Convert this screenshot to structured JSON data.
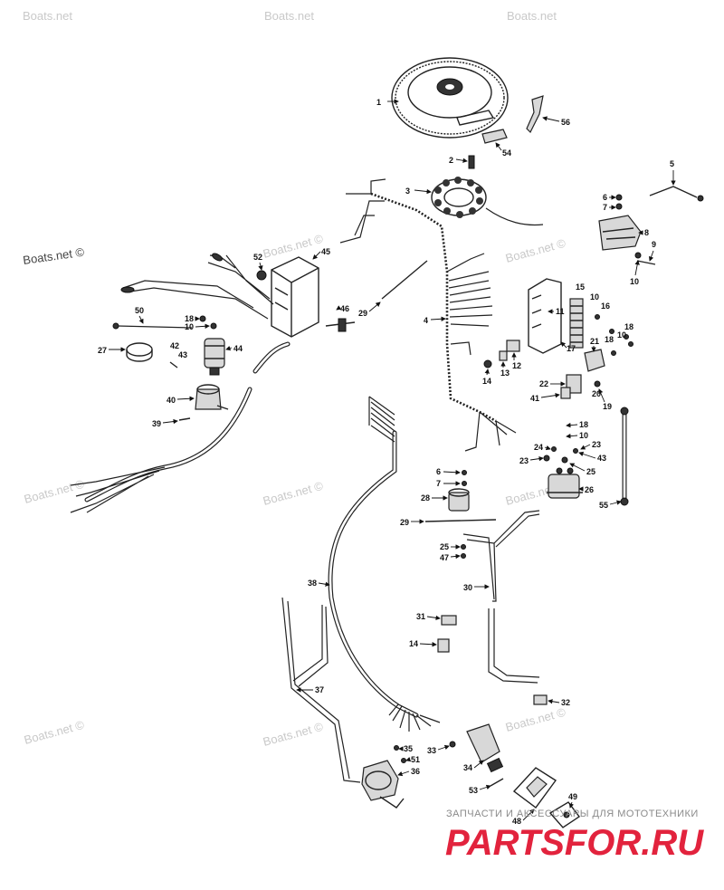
{
  "watermarks": {
    "top_left": "Boats.net",
    "top_center": "Boats.net",
    "top_right": "Boats.net",
    "mid_left": "Boats.net ©",
    "center": "Boats.net ©",
    "right_mid": "Boats.net ©",
    "left_lower": "Boats.net ©",
    "center_lower": "Boats.net ©",
    "right_lower": "Boats.net ©",
    "left_bottom": "Boats.net ©",
    "center_bottom": "Boats.net ©",
    "right_bottom": "Boats.net ©"
  },
  "brand": {
    "tagline": "ЗАПЧАСТИ И АКСЕССУАРЫ ДЛЯ МОТОТЕХНИКИ",
    "logo": "PARTSFOR.RU"
  },
  "callouts": [
    {
      "id": "c1",
      "label": "1"
    },
    {
      "id": "c56",
      "label": "56"
    },
    {
      "id": "c54",
      "label": "54"
    },
    {
      "id": "c2",
      "label": "2"
    },
    {
      "id": "c3",
      "label": "3"
    },
    {
      "id": "c5",
      "label": "5"
    },
    {
      "id": "c6a",
      "label": "6"
    },
    {
      "id": "c7a",
      "label": "7"
    },
    {
      "id": "c8",
      "label": "8"
    },
    {
      "id": "c9",
      "label": "9"
    },
    {
      "id": "c10a",
      "label": "10"
    },
    {
      "id": "c52",
      "label": "52"
    },
    {
      "id": "c45",
      "label": "45"
    },
    {
      "id": "c29a",
      "label": "29"
    },
    {
      "id": "c4",
      "label": "4"
    },
    {
      "id": "c46",
      "label": "46"
    },
    {
      "id": "c50",
      "label": "50"
    },
    {
      "id": "c18a",
      "label": "18"
    },
    {
      "id": "c10b",
      "label": "10"
    },
    {
      "id": "c27",
      "label": "27"
    },
    {
      "id": "c42",
      "label": "42"
    },
    {
      "id": "c43a",
      "label": "43"
    },
    {
      "id": "c44",
      "label": "44"
    },
    {
      "id": "c40",
      "label": "40"
    },
    {
      "id": "c39",
      "label": "39"
    },
    {
      "id": "c15",
      "label": "15"
    },
    {
      "id": "c10c",
      "label": "10"
    },
    {
      "id": "c16",
      "label": "16"
    },
    {
      "id": "c11",
      "label": "11"
    },
    {
      "id": "c18b",
      "label": "18"
    },
    {
      "id": "c10d",
      "label": "10"
    },
    {
      "id": "c18c",
      "label": "18"
    },
    {
      "id": "c21",
      "label": "21"
    },
    {
      "id": "c17",
      "label": "17"
    },
    {
      "id": "c12",
      "label": "12"
    },
    {
      "id": "c13",
      "label": "13"
    },
    {
      "id": "c14a",
      "label": "14"
    },
    {
      "id": "c22",
      "label": "22"
    },
    {
      "id": "c41",
      "label": "41"
    },
    {
      "id": "c20",
      "label": "20"
    },
    {
      "id": "c19",
      "label": "19"
    },
    {
      "id": "c18d",
      "label": "18"
    },
    {
      "id": "c10e",
      "label": "10"
    },
    {
      "id": "c24",
      "label": "24"
    },
    {
      "id": "c23a",
      "label": "23"
    },
    {
      "id": "c43b",
      "label": "43"
    },
    {
      "id": "c23b",
      "label": "23"
    },
    {
      "id": "c25a",
      "label": "25"
    },
    {
      "id": "c26",
      "label": "26"
    },
    {
      "id": "c55",
      "label": "55"
    },
    {
      "id": "c6b",
      "label": "6"
    },
    {
      "id": "c7b",
      "label": "7"
    },
    {
      "id": "c28",
      "label": "28"
    },
    {
      "id": "c29b",
      "label": "29"
    },
    {
      "id": "c25b",
      "label": "25"
    },
    {
      "id": "c47",
      "label": "47"
    },
    {
      "id": "c30",
      "label": "30"
    },
    {
      "id": "c38",
      "label": "38"
    },
    {
      "id": "c31",
      "label": "31"
    },
    {
      "id": "c14b",
      "label": "14"
    },
    {
      "id": "c37",
      "label": "37"
    },
    {
      "id": "c32",
      "label": "32"
    },
    {
      "id": "c33",
      "label": "33"
    },
    {
      "id": "c35",
      "label": "35"
    },
    {
      "id": "c51",
      "label": "51"
    },
    {
      "id": "c36",
      "label": "36"
    },
    {
      "id": "c34",
      "label": "34"
    },
    {
      "id": "c53",
      "label": "53"
    },
    {
      "id": "c49",
      "label": "49"
    },
    {
      "id": "c48",
      "label": "48"
    }
  ]
}
